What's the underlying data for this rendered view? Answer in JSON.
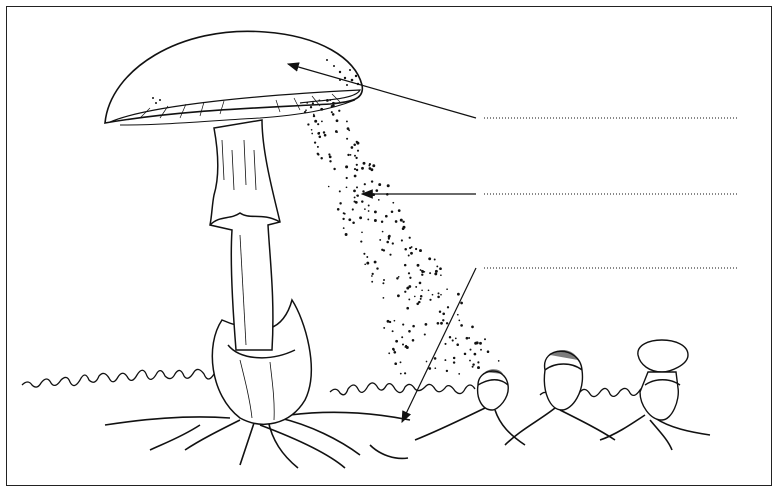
{
  "figure": {
    "description_visible_text": "",
    "labels": [
      {
        "id": "label-cap",
        "text": ""
      },
      {
        "id": "label-spores",
        "text": ""
      },
      {
        "id": "label-mycelium",
        "text": ""
      }
    ]
  },
  "colors": {
    "ink": "#111111",
    "background": "#ffffff"
  }
}
